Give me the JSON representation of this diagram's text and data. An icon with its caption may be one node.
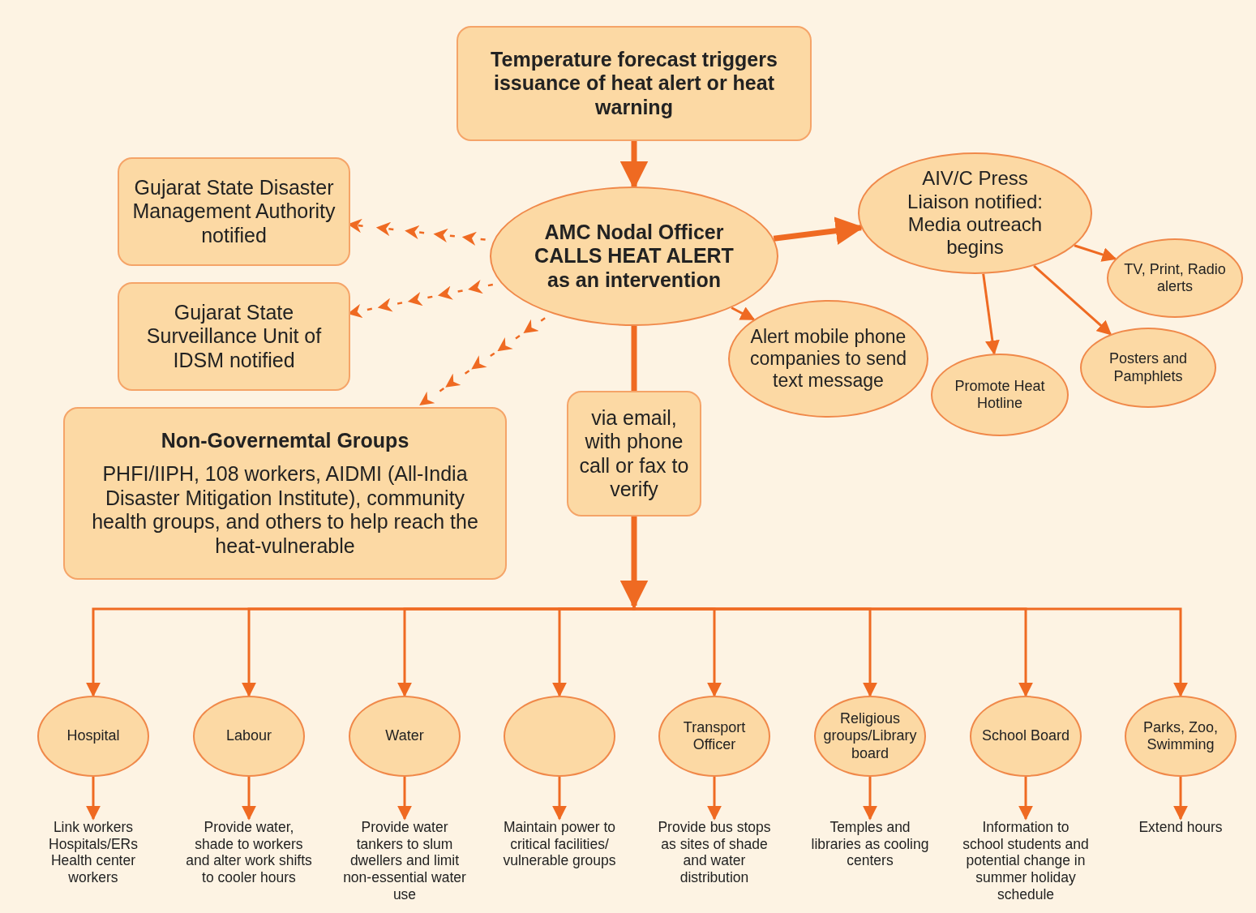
{
  "diagram": {
    "nodes": [
      {
        "text": [
          "Temperature forecast triggers issuance of heat alert or heat warning"
        ]
      },
      {
        "text": [
          "AMC Nodal Officer CALLS HEAT ALERT as an intervention"
        ]
      },
      {
        "text": [
          "Gujarat State Disaster Management Authority notified"
        ]
      },
      {
        "text": [
          "Gujarat State Surveillance Unit of IDSM notified"
        ]
      },
      {
        "text": [
          "Non-Governemtal Groups",
          "PHFI/IIPH, 108 workers, AIDMI (All-India Disaster Mitigation Institute), community health groups, and others to help reach the heat-vulnerable"
        ]
      },
      {
        "text": [
          "via email, with phone call or fax to verify"
        ]
      },
      {
        "text": [
          "AIV/C Press Liaison notified: Media outreach begins"
        ]
      },
      {
        "text": [
          "Alert mobile phone companies to send text message"
        ]
      },
      {
        "text": [
          "TV, Print, Radio alerts"
        ]
      },
      {
        "text": [
          "Promote Heat Hotline"
        ]
      },
      {
        "text": [
          "Posters and Pamphlets"
        ]
      },
      {
        "text": [
          "Hospital"
        ]
      },
      {
        "text": [
          "Labour"
        ]
      },
      {
        "text": [
          "Water"
        ]
      },
      {
        "text": [],
        "shape": "circle"
      },
      {
        "text": [
          "Transport Officer"
        ]
      },
      {
        "text": [
          "Religious groups/Library board"
        ]
      },
      {
        "text": [
          "School Board"
        ]
      },
      {
        "text": [
          "Parks, Zoo, Swimming"
        ]
      },
      {
        "text": [
          "Link workers Hospitals/ERs Health center workers"
        ]
      },
      {
        "text": [
          "Provide water, shade to workers and alter work shifts to cooler hours"
        ]
      },
      {
        "text": [
          "Provide water tankers to slum dwellers and limit non-essential water use"
        ]
      },
      {
        "text": [
          "Maintain power to critical facilities/ vulnerable groups"
        ]
      },
      {
        "text": [
          "Provide bus stops as sites of shade and water distribution"
        ]
      },
      {
        "text": [
          "Temples and libraries as cooling centers"
        ]
      },
      {
        "text": [
          "Information to school students and potential change in summer holiday schedule"
        ]
      },
      {
        "text": [
          "Extend hours"
        ]
      }
    ],
    "edges": [
      {
        "from": 0,
        "to": 1,
        "arrow": "to",
        "style": "thick"
      },
      {
        "from": 1,
        "to": 2,
        "arrow": "to",
        "style": "dashed"
      },
      {
        "from": 1,
        "to": 3,
        "arrow": "to",
        "style": "dashed"
      },
      {
        "from": 1,
        "to": 4,
        "arrow": "to",
        "style": "dashed"
      },
      {
        "from": 1,
        "to": 6,
        "arrow": "to",
        "style": "thick"
      },
      {
        "from": 1,
        "to": 7,
        "arrow": "to"
      },
      {
        "from": 1,
        "to": 5,
        "arrow": "none",
        "style": "thick"
      },
      {
        "from": 5,
        "to": 11,
        "arrow": "to"
      },
      {
        "from": 5,
        "to": 12,
        "arrow": "to"
      },
      {
        "from": 5,
        "to": 13,
        "arrow": "to"
      },
      {
        "from": 5,
        "to": 14,
        "arrow": "to"
      },
      {
        "from": 5,
        "to": 15,
        "arrow": "to"
      },
      {
        "from": 5,
        "to": 16,
        "arrow": "to"
      },
      {
        "from": 5,
        "to": 17,
        "arrow": "to"
      },
      {
        "from": 5,
        "to": 18,
        "arrow": "to"
      },
      {
        "from": 6,
        "to": 9,
        "arrow": "to"
      },
      {
        "from": 6,
        "to": 10,
        "arrow": "to"
      },
      {
        "from": 6,
        "to": 8,
        "arrow": "to"
      },
      {
        "from": 11,
        "to": 19,
        "arrow": "to"
      },
      {
        "from": 12,
        "to": 20,
        "arrow": "to"
      },
      {
        "from": 13,
        "to": 21,
        "arrow": "to"
      },
      {
        "from": 14,
        "to": 22,
        "arrow": "to"
      },
      {
        "from": 15,
        "to": 23,
        "arrow": "to"
      },
      {
        "from": 16,
        "to": 24,
        "arrow": "to"
      },
      {
        "from": 17,
        "to": 25,
        "arrow": "to"
      },
      {
        "from": 18,
        "to": 26,
        "arrow": "to"
      }
    ]
  }
}
